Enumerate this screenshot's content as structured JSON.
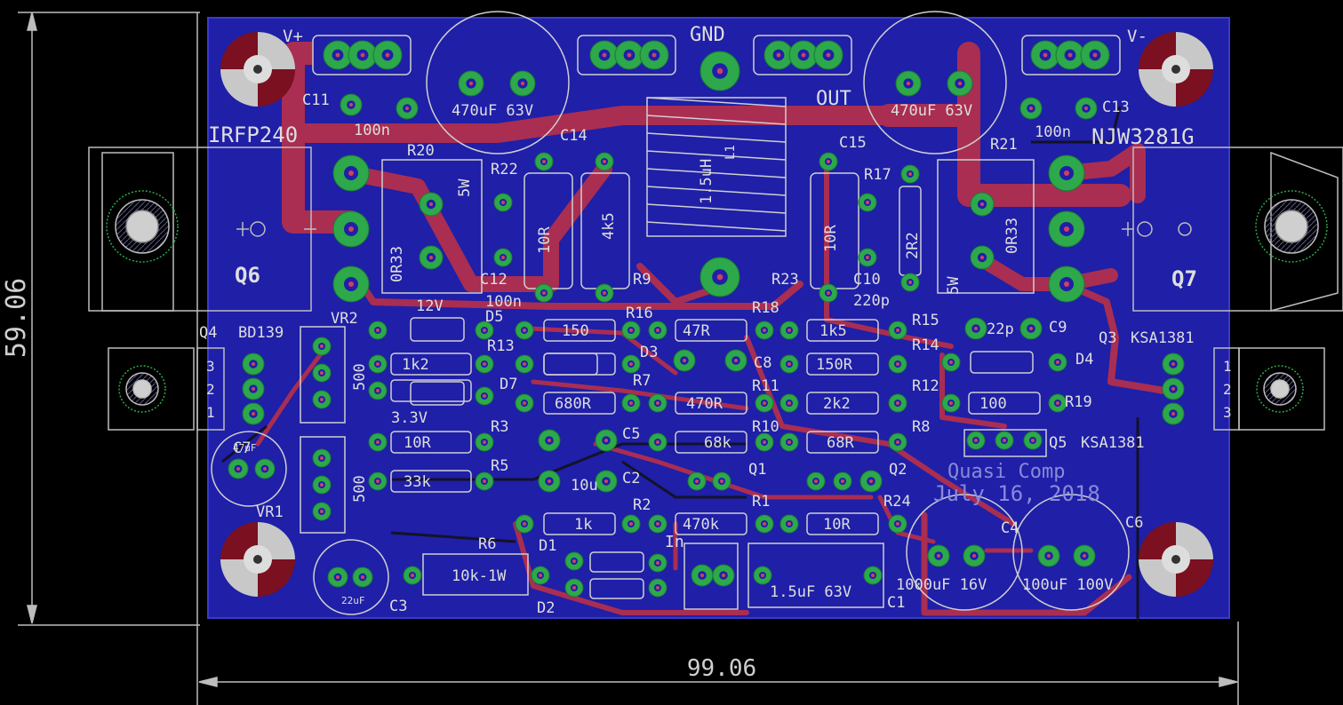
{
  "board": {
    "width_dim": "99.06",
    "height_dim": "59.06",
    "title_line1": "Quasi Comp",
    "title_line2": "July 16, 2018"
  },
  "nets": {
    "vplus": "V+",
    "vminus": "V-",
    "gnd": "GND",
    "out": "OUT",
    "in": "In"
  },
  "transistors": {
    "q6_part": "IRFP240",
    "q6_name": "Q6",
    "q7_part": "NJW3281G",
    "q7_name": "Q7",
    "q4_name": "Q4",
    "q4_part": "BD139",
    "q3_name": "Q3",
    "q3_part": "KSA1381",
    "q5_name": "Q5",
    "q5_part": "KSA1381",
    "q1_name": "Q1",
    "q2_name": "Q2"
  },
  "pin_labels": {
    "p1": "1",
    "p2": "2",
    "p3": "3"
  },
  "capacitors": [
    {
      "name": "C11",
      "value": "100n"
    },
    {
      "name": "C13",
      "value": "100n"
    },
    {
      "name": "C14",
      "value": "470uF 63V"
    },
    {
      "name": "C15",
      "value": "470uF 63V"
    },
    {
      "name": "C12",
      "value": "100n"
    },
    {
      "name": "C10",
      "value": "220p"
    },
    {
      "name": "C9",
      "value": "22p"
    },
    {
      "name": "C8",
      "value": ""
    },
    {
      "name": "C7",
      "value": "47uF"
    },
    {
      "name": "C5",
      "value": ""
    },
    {
      "name": "C2",
      "value": "10u"
    },
    {
      "name": "C3",
      "value": "22uF"
    },
    {
      "name": "C1",
      "value": "1.5uF 63V"
    },
    {
      "name": "C4",
      "value": "1000uF 16V"
    },
    {
      "name": "C6",
      "value": "100uF 100V"
    }
  ],
  "resistors": [
    {
      "name": "R20",
      "value": "0R33",
      "power": "5W"
    },
    {
      "name": "R21",
      "value": "0R33",
      "power": "5W"
    },
    {
      "name": "R22",
      "value": "10R"
    },
    {
      "name": "R9",
      "value": "4k5"
    },
    {
      "name": "R23",
      "value": "10R"
    },
    {
      "name": "R17",
      "value": "2R2"
    },
    {
      "name": "R16",
      "value": "150"
    },
    {
      "name": "R18",
      "value": "47R"
    },
    {
      "name": "R15",
      "value": "1k5"
    },
    {
      "name": "R13",
      "value": "1k2"
    },
    {
      "name": "R14",
      "value": "150R"
    },
    {
      "name": "R7",
      "value": "680R"
    },
    {
      "name": "R11",
      "value": "470R"
    },
    {
      "name": "R12",
      "value": "2k2"
    },
    {
      "name": "R19",
      "value": "100"
    },
    {
      "name": "R3",
      "value": "10R"
    },
    {
      "name": "R10",
      "value": "68k"
    },
    {
      "name": "R8",
      "value": "68R"
    },
    {
      "name": "R5",
      "value": "33k"
    },
    {
      "name": "R2",
      "value": "1k"
    },
    {
      "name": "R1",
      "value": "470k"
    },
    {
      "name": "R24",
      "value": "10R"
    },
    {
      "name": "R6",
      "value": "10k-1W"
    }
  ],
  "diodes": [
    {
      "name": "D5",
      "value": "12V"
    },
    {
      "name": "D7",
      "value": "3.3V"
    },
    {
      "name": "D3",
      "value": ""
    },
    {
      "name": "D4",
      "value": ""
    },
    {
      "name": "D1",
      "value": ""
    },
    {
      "name": "D2",
      "value": ""
    }
  ],
  "trimmers": [
    {
      "name": "VR2",
      "value": "500"
    },
    {
      "name": "VR1",
      "value": "500"
    }
  ],
  "inductor": {
    "name": "L1",
    "value": "1.5uH"
  },
  "colors": {
    "board": "#1f1fa8",
    "copper_top": "#b5304a",
    "pad": "#2da84a",
    "silk": "#d9d9d9",
    "outline": "#9a9a9a"
  }
}
